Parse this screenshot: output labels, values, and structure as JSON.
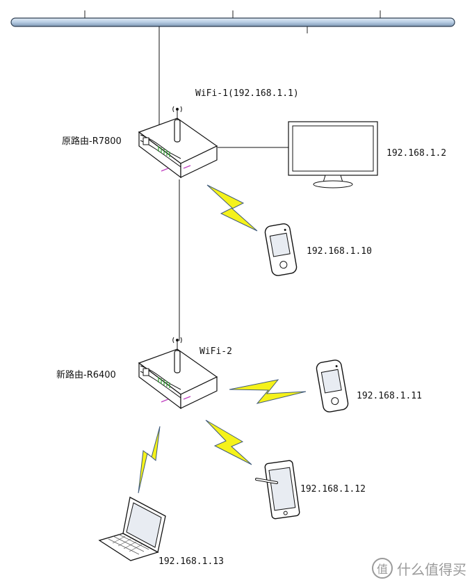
{
  "wifi1": {
    "ssid": "WiFi-1(192.168.1.1)"
  },
  "wifi2": {
    "ssid": "WiFi-2"
  },
  "router1": {
    "name": "原路由-R7800"
  },
  "router2": {
    "name": "新路由-R6400"
  },
  "devices": {
    "monitor": "192.168.1.2",
    "phone1": "192.168.1.10",
    "phone2": "192.168.1.11",
    "tablet": "192.168.1.12",
    "laptop": "192.168.1.13"
  },
  "watermark": {
    "badge": "值",
    "text": "什么值得买"
  },
  "colors": {
    "backbone": "#b7cde3",
    "lightning": "#f5f21a",
    "lightning_outline": "#3f5a7a"
  }
}
